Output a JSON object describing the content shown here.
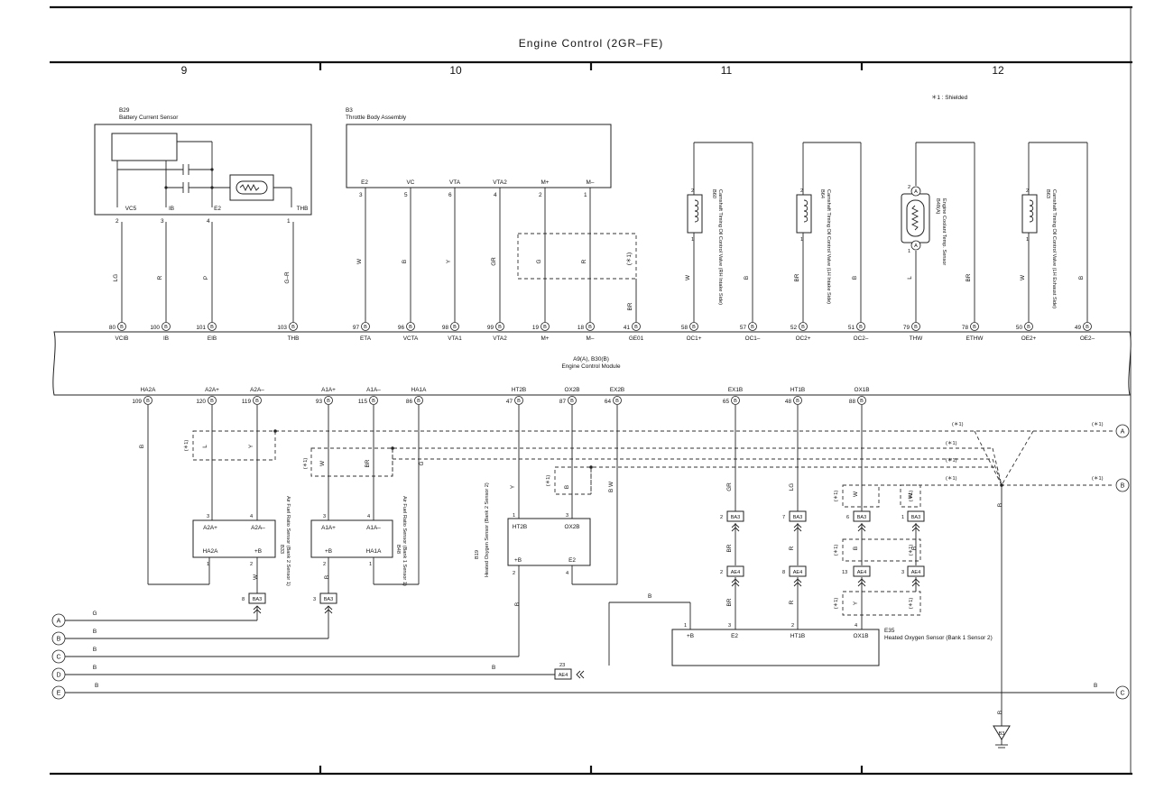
{
  "page": {
    "title": "Engine Control (2GR–FE)",
    "columns": [
      "9",
      "10",
      "11",
      "12"
    ],
    "shield_note": "＊1 : Shielded"
  },
  "b29": {
    "code": "B29",
    "name": "Battery Current Sensor",
    "pins": [
      "VC5",
      "IB",
      "E2",
      "THB"
    ],
    "pin_nums": [
      "2",
      "3",
      "4",
      "1"
    ]
  },
  "b3": {
    "code": "B3",
    "name": "Throttle Body Assembly",
    "pins": [
      "E2",
      "VC",
      "VTA",
      "VTA2",
      "M+",
      "M–"
    ],
    "pin_nums": [
      "3",
      "5",
      "6",
      "4",
      "2",
      "1"
    ]
  },
  "ecm": {
    "name1": "A9(A), B30(B)",
    "name2": "Engine Control Module",
    "top": [
      {
        "num": "80",
        "t": "B",
        "label": "VCIB"
      },
      {
        "num": "100",
        "t": "B",
        "label": "IB"
      },
      {
        "num": "101",
        "t": "B",
        "label": "EIB"
      },
      {
        "num": "103",
        "t": "B",
        "label": "THB"
      },
      {
        "num": "97",
        "t": "B",
        "label": "ETA"
      },
      {
        "num": "96",
        "t": "B",
        "label": "VCTA"
      },
      {
        "num": "98",
        "t": "B",
        "label": "VTA1"
      },
      {
        "num": "99",
        "t": "B",
        "label": "VTA2"
      },
      {
        "num": "19",
        "t": "B",
        "label": "M+"
      },
      {
        "num": "18",
        "t": "B",
        "label": "M–"
      },
      {
        "num": "41",
        "t": "B",
        "label": "GE01"
      },
      {
        "num": "58",
        "t": "B",
        "label": "OC1+"
      },
      {
        "num": "57",
        "t": "B",
        "label": "OC1–"
      },
      {
        "num": "52",
        "t": "B",
        "label": "OC2+"
      },
      {
        "num": "51",
        "t": "B",
        "label": "OC2–"
      },
      {
        "num": "79",
        "t": "B",
        "label": "THW"
      },
      {
        "num": "78",
        "t": "B",
        "label": "ETHW"
      },
      {
        "num": "50",
        "t": "B",
        "label": "OE2+"
      },
      {
        "num": "49",
        "t": "B",
        "label": "OE2–"
      }
    ],
    "bottom": [
      {
        "num": "109",
        "t": "B",
        "label": "HA2A"
      },
      {
        "num": "120",
        "t": "B",
        "label": "A2A+"
      },
      {
        "num": "119",
        "t": "B",
        "label": "A2A–"
      },
      {
        "num": "93",
        "t": "B",
        "label": "A1A+"
      },
      {
        "num": "115",
        "t": "B",
        "label": "A1A–"
      },
      {
        "num": "86",
        "t": "B",
        "label": "HA1A"
      },
      {
        "num": "47",
        "t": "B",
        "label": "HT2B"
      },
      {
        "num": "87",
        "t": "B",
        "label": "OX2B"
      },
      {
        "num": "64",
        "t": "B",
        "label": "EX2B"
      },
      {
        "num": "65",
        "t": "B",
        "label": "EX1B"
      },
      {
        "num": "48",
        "t": "B",
        "label": "HT1B"
      },
      {
        "num": "88",
        "t": "B",
        "label": "OX1B"
      }
    ]
  },
  "wire_colors_top": [
    "LG",
    "R",
    "P",
    "G–R",
    "W",
    "B",
    "Y",
    "GR",
    "G",
    "R",
    "BR",
    "W",
    "B",
    "BR",
    "B",
    "L",
    "BR",
    "W",
    "B"
  ],
  "shield_tag": "(＊1)",
  "vvt": [
    {
      "code": "B60",
      "name": "Camshaft Timing Oil Control Valve (RH Intake Side)"
    },
    {
      "code": "B64",
      "name": "Camshaft Timing Oil Control Valve (LH Intake Side)"
    },
    {
      "code": "B48(A)",
      "name": "Engine Coolant Temp. Sensor"
    },
    {
      "code": "B63",
      "name": "Camshaft Timing Oil Control Valve (LH Exhaust Side)"
    }
  ],
  "vvt_pins": {
    "p2": "2",
    "p1": "1",
    "pA2": "2",
    "pA1": "1"
  },
  "b33": {
    "code": "B33",
    "name": "Air Fuel Ratio Sensor (Bank 2 Sensor 1)",
    "pins": [
      "A2A+",
      "A2A–",
      "HA2A",
      "+B"
    ],
    "nums": [
      "3",
      "4",
      "1",
      "2"
    ]
  },
  "b48": {
    "code": "B48",
    "name": "Air Fuel Ratio Sensor (Bank 1 Sensor 1)",
    "pins": [
      "A1A+",
      "A1A–",
      "+B",
      "HA1A"
    ],
    "nums": [
      "3",
      "4",
      "2",
      "1"
    ]
  },
  "b19": {
    "code": "B19",
    "name": "Heated Oxygen Sensor (Bank 2 Sensor 2)",
    "pins": [
      "HT2B",
      "OX2B",
      "+B",
      "E2"
    ],
    "nums": [
      "1",
      "3",
      "2",
      "4"
    ]
  },
  "e35": {
    "code": "E35",
    "name": "Heated Oxygen Sensor (Bank 1 Sensor 2)",
    "pins": [
      "+B",
      "E2",
      "HT1B",
      "OX1B"
    ],
    "nums": [
      "1",
      "3",
      "2",
      "4"
    ]
  },
  "connectors": {
    "ba3": "BA3",
    "ae4": "AE4",
    "ba3_nums": [
      "2",
      "7",
      "6",
      "1"
    ],
    "ae4_nums": [
      "2",
      "8",
      "13",
      "3"
    ],
    "left_ba3": [
      "8",
      "3"
    ],
    "ae4_23": "23"
  },
  "wire_colors_bottom": [
    "B",
    "L",
    "Y",
    "W",
    "BR",
    "G",
    "Y",
    "B",
    "B W",
    "GR",
    "LG",
    "W",
    "BR",
    "R",
    "BR",
    "R",
    "B",
    "B",
    "Y",
    "W",
    "G",
    "B",
    "B",
    "B",
    "B",
    "B"
  ],
  "refs": [
    "A",
    "B",
    "C",
    "D",
    "E"
  ],
  "ground": {
    "code": "B3"
  }
}
